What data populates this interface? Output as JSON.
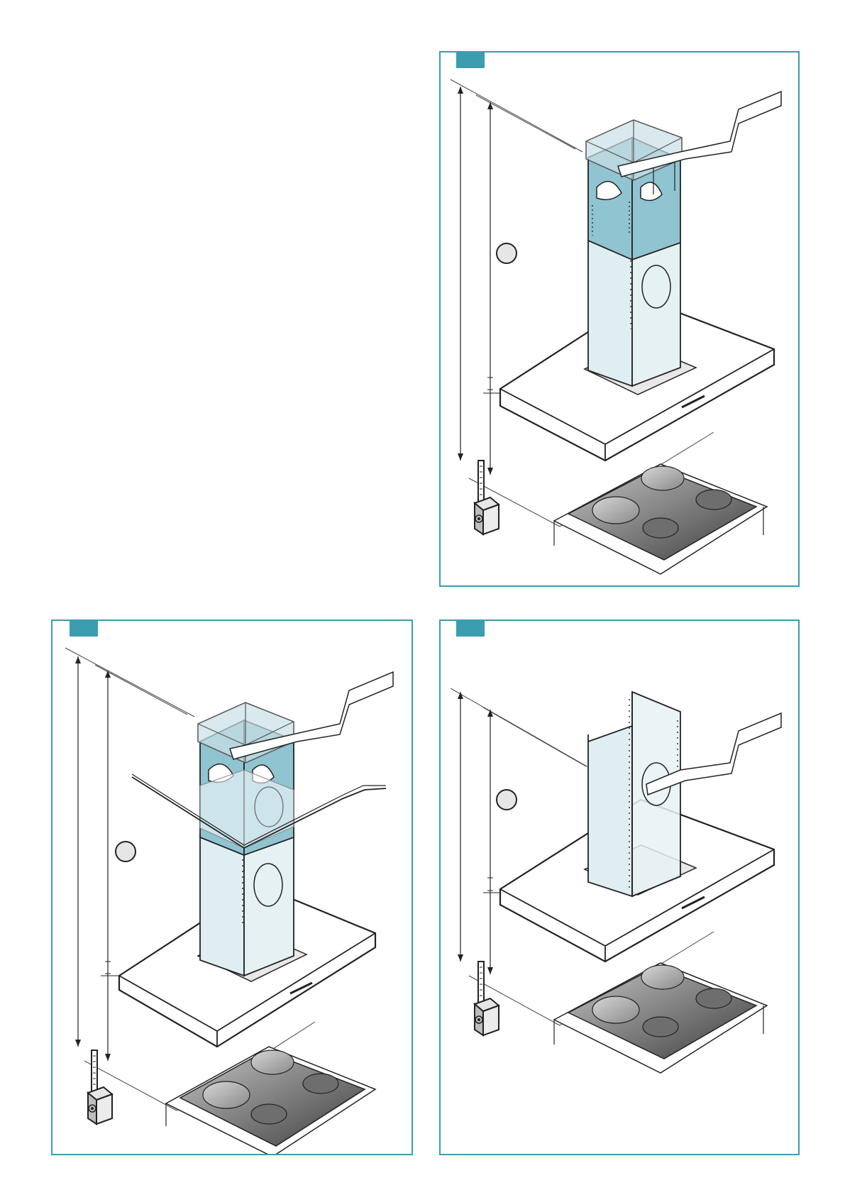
{
  "colors": {
    "frame": "#3a9db0",
    "duct_teal": "#8fc4d0",
    "duct_light": "#dfeef2",
    "bracket": "#c9dfe6",
    "hob_dark": "#5a5a5a",
    "hob_light": "#b9b9b9",
    "line": "#222222"
  },
  "icons": {
    "step_badge": "step-number-badge",
    "tape_measure": "tape-measure-icon",
    "dimension_marker": "dimension-circle-icon"
  },
  "panels": [
    {
      "id": "top-right",
      "step_label": "",
      "variant": "extended"
    },
    {
      "id": "bottom-left",
      "step_label": "",
      "variant": "with-ceiling-section"
    },
    {
      "id": "bottom-right",
      "step_label": "",
      "variant": "short-open"
    }
  ]
}
